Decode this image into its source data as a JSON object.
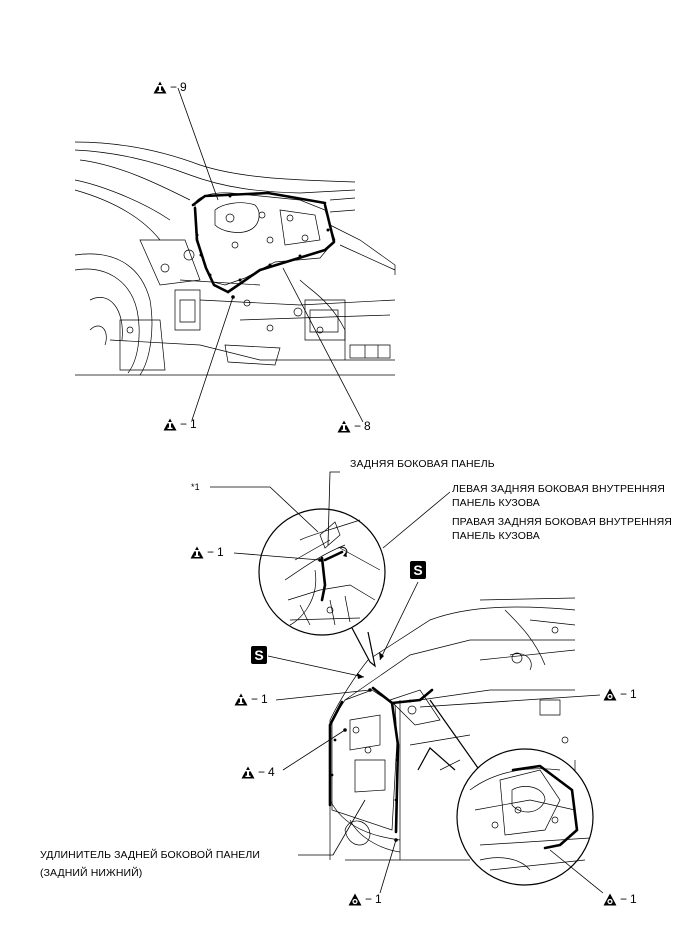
{
  "callouts": {
    "top_9": "9",
    "top_1": "1",
    "top_8": "8",
    "bot_1_circle": "1",
    "bot_1_mid": "1",
    "bot_4": "4",
    "bot_1_right": "1",
    "bot_1_bottom": "1",
    "bot_1_bottom_right": "1",
    "dash": "−"
  },
  "labels": {
    "rear_side_panel": "ЗАДНЯЯ БОКОВАЯ ПАНЕЛЬ",
    "left_inner_line1": "ЛЕВАЯ ЗАДНЯЯ БОКОВАЯ ВНУТРЕННЯЯ",
    "left_inner_line2": "ПАНЕЛЬ КУЗОВА",
    "right_inner_line1": "ПРАВАЯ ЗАДНЯЯ БОКОВАЯ ВНУТРЕННЯЯ",
    "right_inner_line2": "ПАНЕЛЬ КУЗОВА",
    "marker_star1": "*1",
    "extension_line1": "УДЛИНИТЕЛЬ ЗАДНЕЙ БОКОВОЙ ПАНЕЛИ",
    "extension_line2": "(ЗАДНИЙ НИЖНИЙ)",
    "s_symbol": "S"
  },
  "icons": {
    "triangle": "warning-triangle-icon",
    "circle_triangle": "circled-triangle-icon",
    "s_box": "sealer-s-icon"
  }
}
